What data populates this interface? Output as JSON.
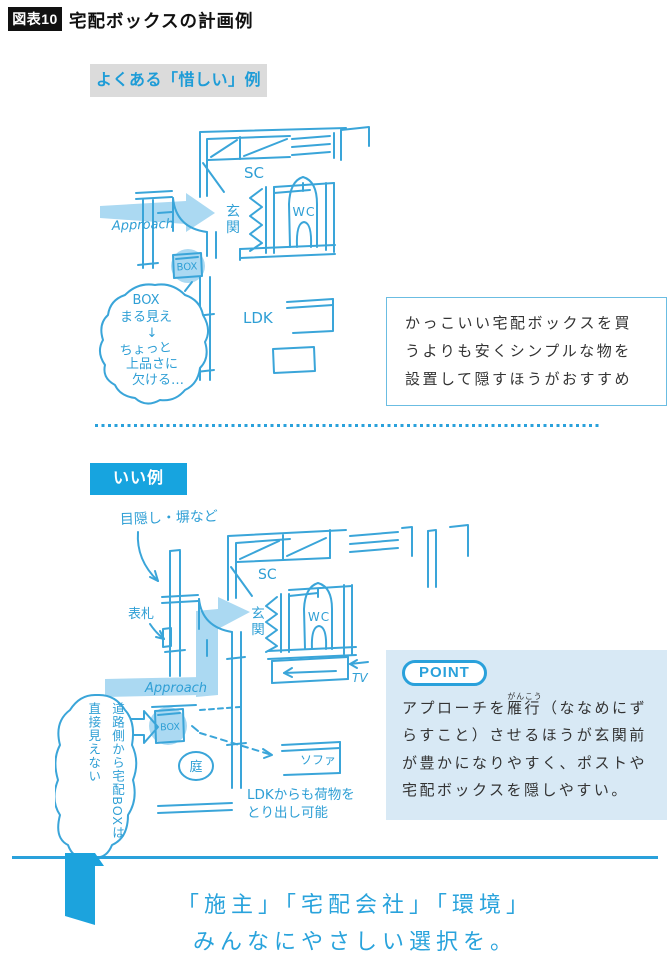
{
  "header": {
    "badge": "図表10",
    "title": "宅配ボックスの計画例"
  },
  "section1": {
    "label": "よくある「惜しい」例",
    "plan": {
      "labels": {
        "sc": "SC",
        "genkan_1": "玄",
        "genkan_2": "関",
        "wc": "WC",
        "approach": "Approach",
        "box_marker": "BOX",
        "ldk": "LDK"
      },
      "cloud_note": {
        "line1": "BOX",
        "line2": "まる見え",
        "line3": "↓",
        "line4": "ちょっと",
        "line5": "上品さに",
        "line6": "欠ける…"
      }
    },
    "note": "かっこいい宅配ボックスを買うよりも安くシンプルな物を設置して隠すほうがおすすめ"
  },
  "section2": {
    "label": "いい例",
    "plan": {
      "labels": {
        "mekakushi": "目隠し・塀など",
        "hyosatsu": "表札",
        "sc": "SC",
        "genkan_1": "玄",
        "genkan_2": "関",
        "wc": "WC",
        "tv": "TV",
        "approach": "Approach",
        "box_marker": "BOX",
        "niwa": "庭",
        "sofa": "ソファ"
      },
      "cloud_note": "道路側から宅配BOXは\n直接見えない",
      "ldk_note_1": "LDKからも荷物を",
      "ldk_note_2": "とり出し可能"
    },
    "point": {
      "badge": "POINT",
      "text_pre": "アプローチを",
      "ruby_base": "雁行",
      "ruby_text": "がんこう",
      "text_post": "（ななめにずらすこと）させるほうが玄関前が豊かになりやすく、ポストや宅配ボックスを隠しやすい。"
    }
  },
  "footer": {
    "line1": "「施主」「宅配会社」「環境」",
    "line2": "みんなにやさしい選択を。"
  },
  "colors": {
    "sketch_blue": "#3aa5d9",
    "accent_blue": "#1ca3dd",
    "light_blue_fill": "#abd9f2",
    "point_bg": "#d8e9f5",
    "gray_label_bg": "#dbdbdb",
    "ink": "#111111"
  }
}
